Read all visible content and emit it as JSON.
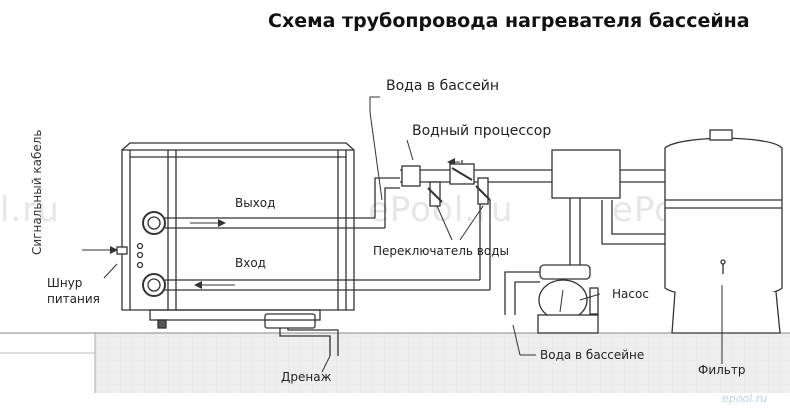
{
  "title": "Схема трубопровода нагревателя бассейна",
  "labels": {
    "water_to_pool_top": "Вода в бассейн",
    "water_processor": "Водный процессор",
    "outlet": "Выход",
    "inlet": "Вход",
    "water_switch": "Переключатель воды",
    "pump": "Насос",
    "water_to_pool_bottom": "Вода в бассейне",
    "filter": "Фильтр",
    "drain": "Дренаж",
    "signal_cable": "Сигнальный кабель",
    "power_cord_line1": "Шнур",
    "power_cord_line2": "питания"
  },
  "watermarks": {
    "left": "l.ru",
    "middle": "ePool.ru",
    "right": "ePool.ru",
    "corner": "epool.ru"
  },
  "colors": {
    "line": "#333333",
    "ground_fill": "#eeeeee",
    "title": "#111111",
    "watermark": "#e6e6e6",
    "corner_watermark": "#b9d2e6"
  }
}
